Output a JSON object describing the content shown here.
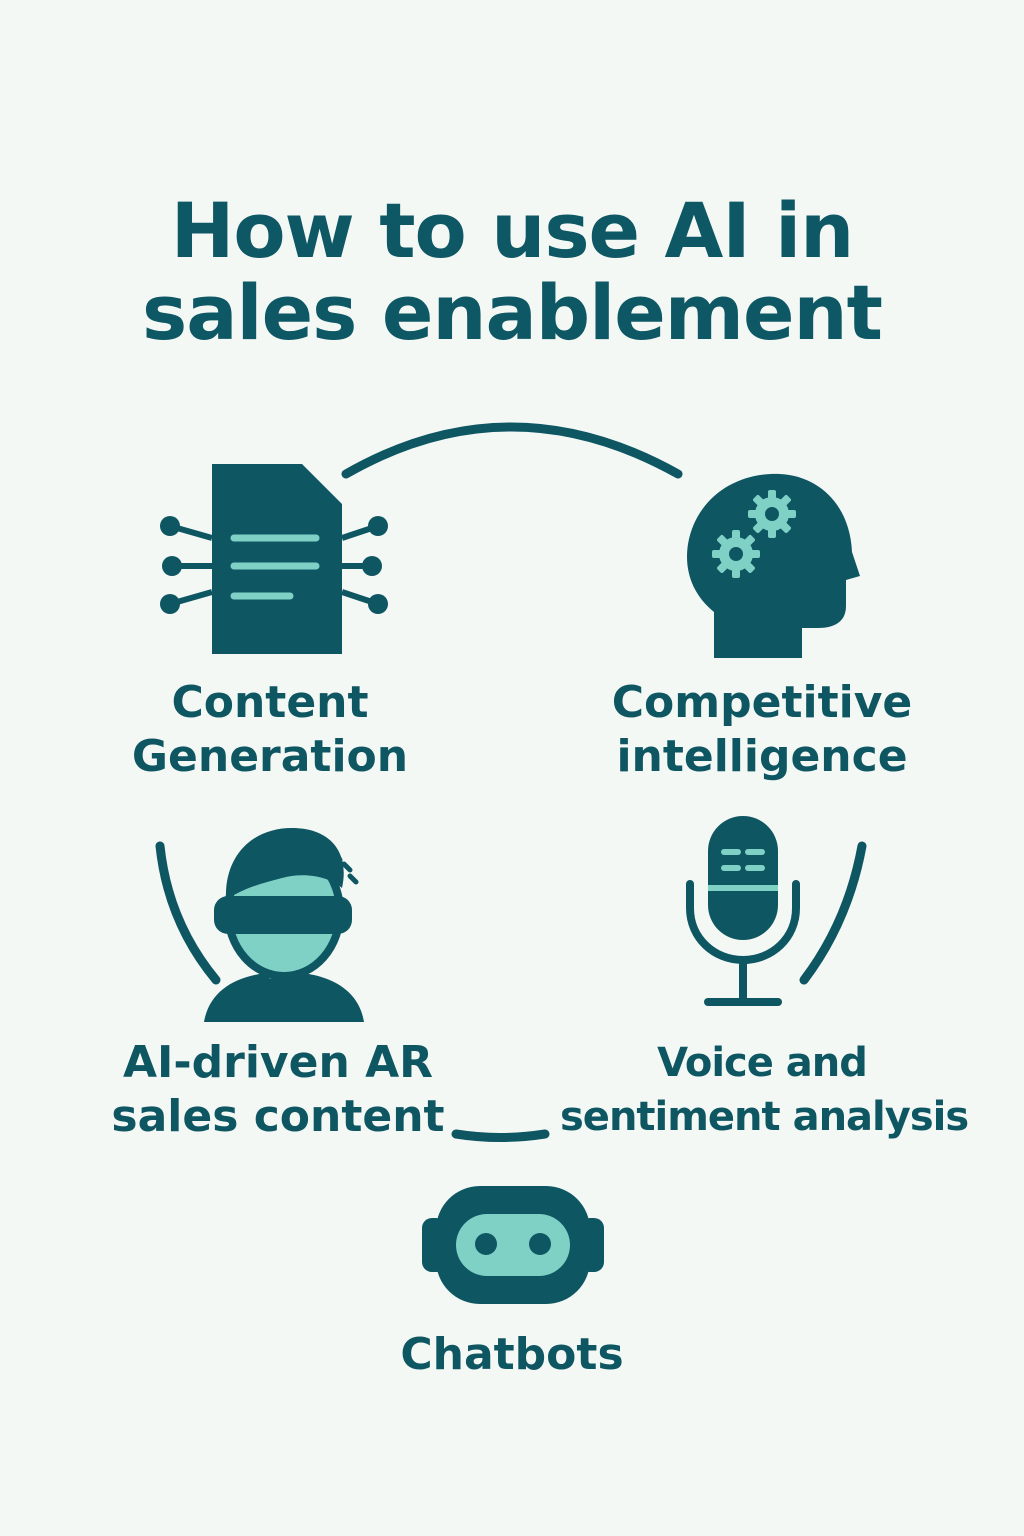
{
  "title": {
    "line1": "How to use AI in",
    "line2": "sales enablement"
  },
  "colors": {
    "background": "#f3f8f4",
    "primary": "#0f5663",
    "accent": "#7fd1c6"
  },
  "items": [
    {
      "icon": "document-circuit-icon",
      "label_lines": [
        "Content",
        "Generation"
      ]
    },
    {
      "icon": "head-gears-icon",
      "label_lines": [
        "Competitive",
        "intelligence"
      ]
    },
    {
      "icon": "vr-headset-person-icon",
      "label_lines": [
        "AI-driven AR",
        "sales content"
      ]
    },
    {
      "icon": "microphone-icon",
      "label_lines": [
        "Voice and",
        "sentiment analysis"
      ]
    },
    {
      "icon": "robot-face-icon",
      "label_lines": [
        "Chatbots"
      ]
    }
  ]
}
